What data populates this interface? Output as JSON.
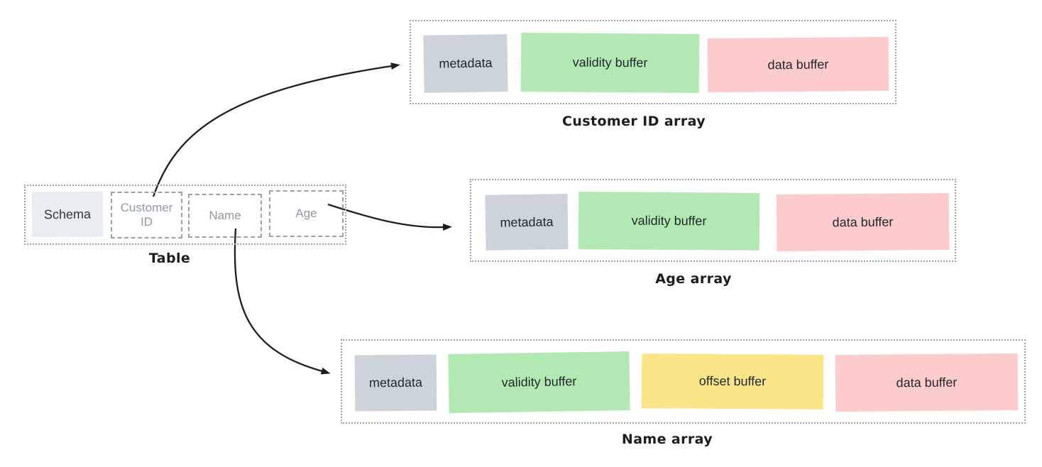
{
  "colors": {
    "schema": "#e9edf1",
    "metadata": "#ccd3da",
    "validity": "#b2e8b2",
    "offset": "#fae588",
    "data": "#fccbcb"
  },
  "table": {
    "label": "Table",
    "schema": "Schema",
    "columns": [
      "Customer ID",
      "Name",
      "Age"
    ]
  },
  "arrays": [
    {
      "label": "Customer ID array",
      "buffers": [
        "metadata",
        "validity buffer",
        "data buffer"
      ]
    },
    {
      "label": "Age array",
      "buffers": [
        "metadata",
        "validity buffer",
        "data buffer"
      ]
    },
    {
      "label": "Name array",
      "buffers": [
        "metadata",
        "validity buffer",
        "offset buffer",
        "data buffer"
      ]
    }
  ]
}
